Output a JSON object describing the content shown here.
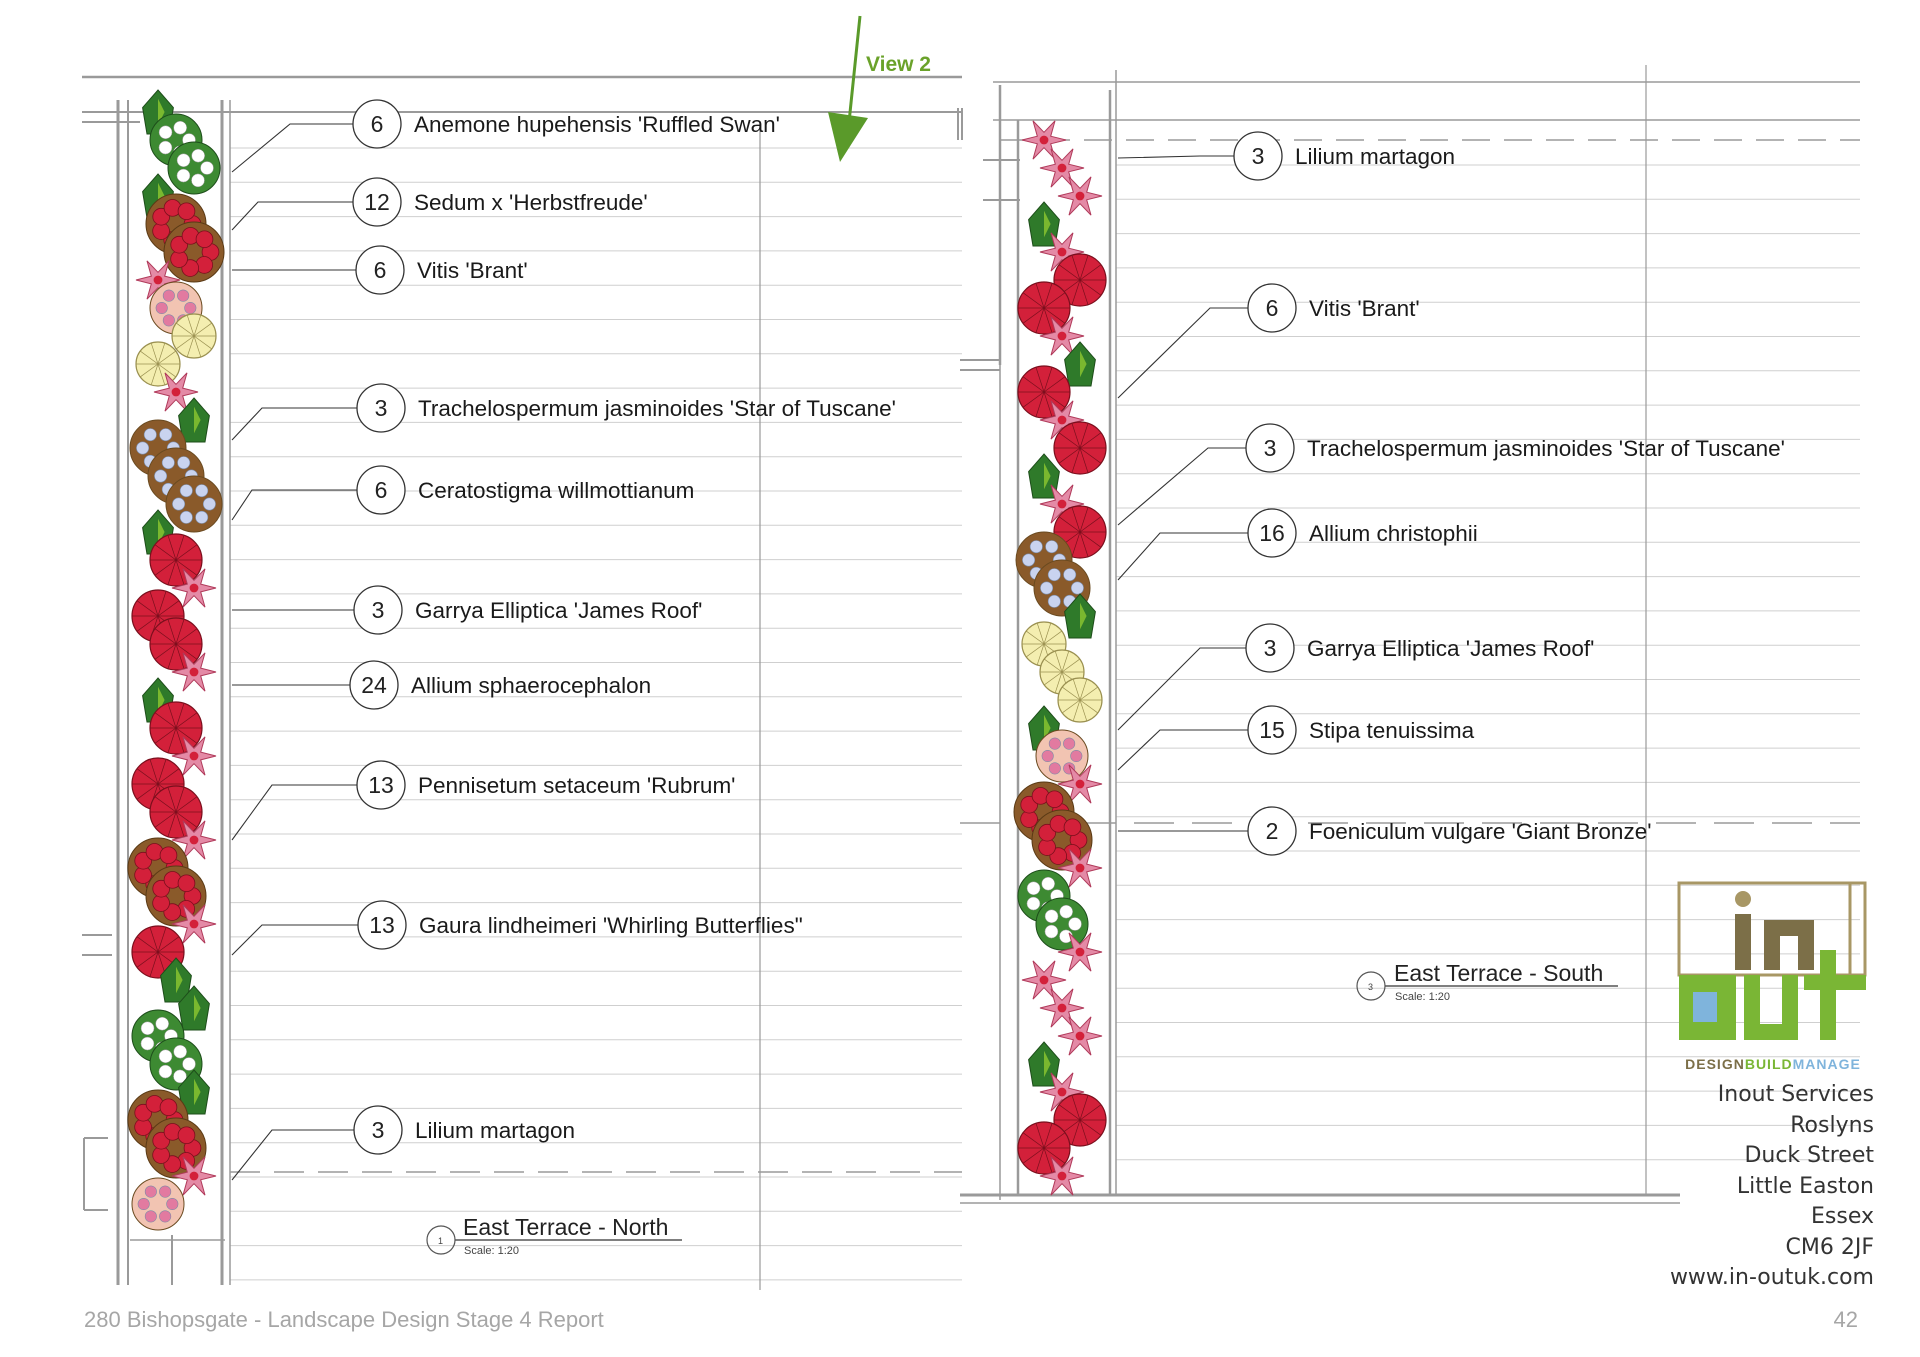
{
  "view_marker": {
    "label": "View 2"
  },
  "north_labels": [
    {
      "qty": "6",
      "name": "Anemone hupehensis 'Ruffled Swan'"
    },
    {
      "qty": "12",
      "name": "Sedum x 'Herbstfreude'"
    },
    {
      "qty": "6",
      "name": "Vitis 'Brant'"
    },
    {
      "qty": "3",
      "name": "Trachelospermum jasminoides 'Star of Tuscane'"
    },
    {
      "qty": "6",
      "name": "Ceratostigma willmottianum"
    },
    {
      "qty": "3",
      "name": "Garrya Elliptica 'James Roof'"
    },
    {
      "qty": "24",
      "name": "Allium sphaerocephalon"
    },
    {
      "qty": "13",
      "name": "Pennisetum setaceum 'Rubrum'"
    },
    {
      "qty": "13",
      "name": "Gaura lindheimeri 'Whirling Butterflies\""
    },
    {
      "qty": "3",
      "name": "Lilium martagon"
    }
  ],
  "south_labels": [
    {
      "qty": "3",
      "name": "Lilium martagon"
    },
    {
      "qty": "6",
      "name": "Vitis 'Brant'"
    },
    {
      "qty": "3",
      "name": "Trachelospermum jasminoides 'Star of Tuscane'"
    },
    {
      "qty": "16",
      "name": "Allium christophii"
    },
    {
      "qty": "3",
      "name": "Garrya Elliptica 'James Roof'"
    },
    {
      "qty": "15",
      "name": "Stipa tenuissima"
    },
    {
      "qty": "2",
      "name": "Foeniculum vulgare 'Giant Bronze'"
    }
  ],
  "sections": {
    "north": {
      "number": "1",
      "title": "East Terrace - North",
      "scale": "Scale: 1:20"
    },
    "south": {
      "number": "3",
      "title": "East Terrace - South",
      "scale": "Scale: 1:20"
    }
  },
  "brand": {
    "tagline_parts": [
      "DESIGN",
      "BUILD",
      "MANAGE"
    ],
    "colors": {
      "olive": "#7c6f48",
      "green": "#7ab635",
      "blue": "#7fb4dc",
      "outline": "#a89765"
    }
  },
  "address_lines": [
    "Inout Services",
    "Roslyns",
    "Duck Street",
    "Little Easton",
    "Essex",
    "CM6 2JF",
    "www.in-outuk.com"
  ],
  "footer": {
    "title": "280 Bishopsgate - Landscape Design Stage 4 Report",
    "page": "42"
  },
  "plant_colors": {
    "leaf": "#2f7a2a",
    "leaf_light": "#7ab82f",
    "red": "#d3203a",
    "pink": "#e48aa6",
    "lemon": "#f4eeb0",
    "lilac": "#c9d3ef",
    "brown": "#8a5a2a",
    "white": "#ffffff"
  }
}
